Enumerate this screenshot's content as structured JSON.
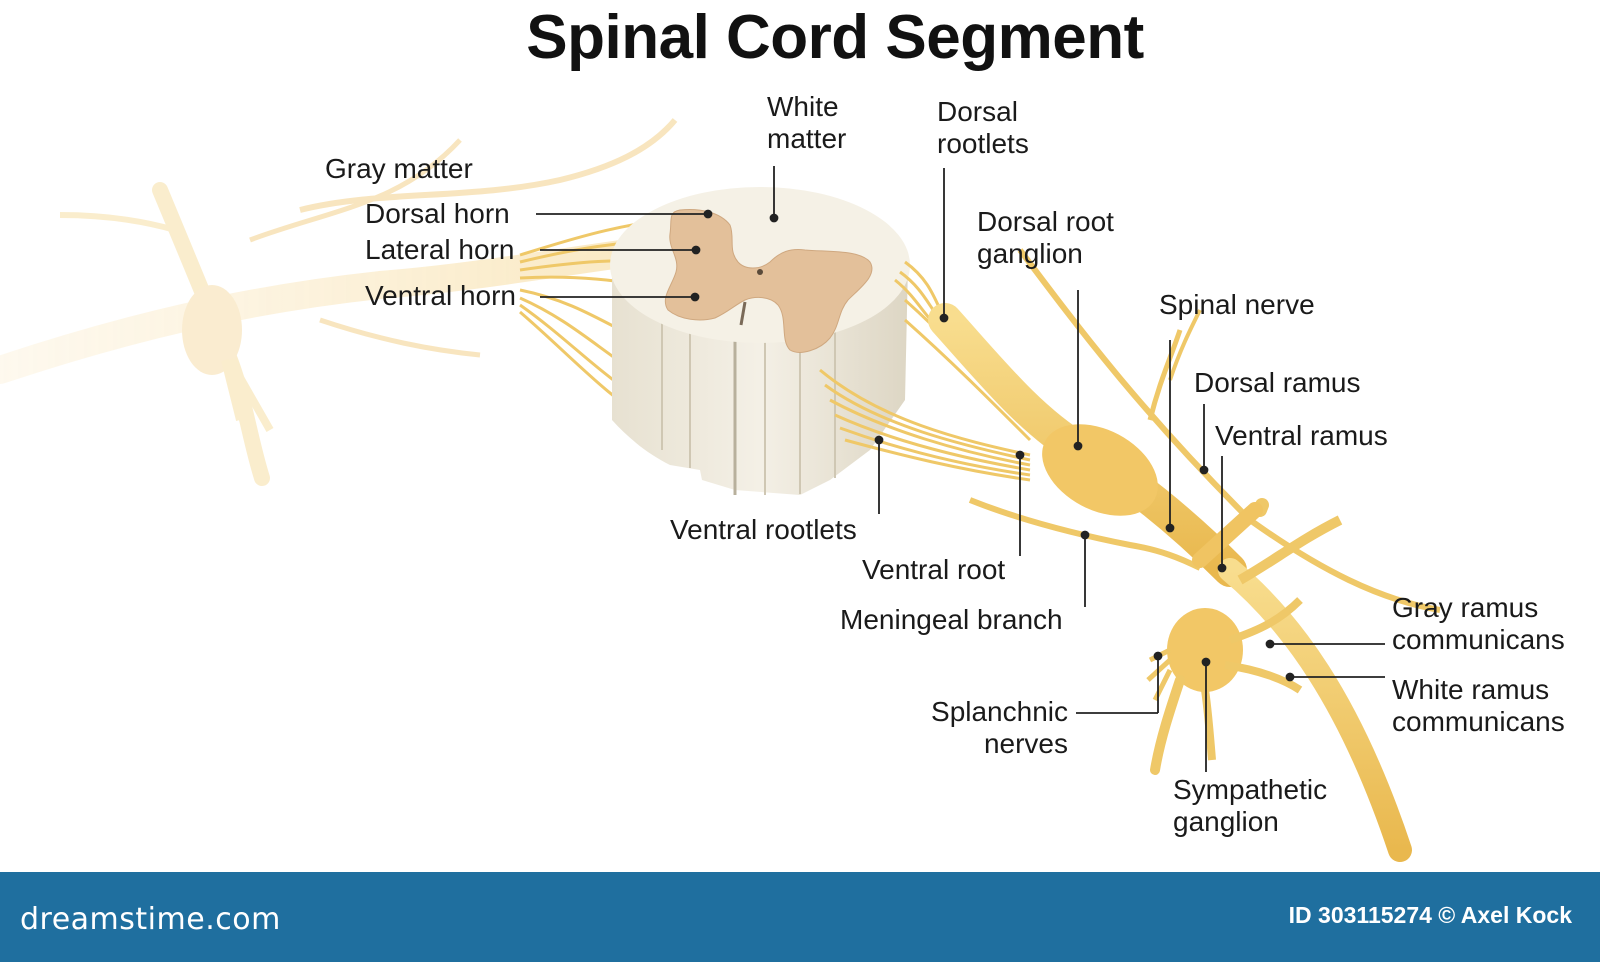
{
  "title": "Spinal Cord Segment",
  "labels": {
    "gray_matter": "Gray matter",
    "dorsal_horn": "Dorsal horn",
    "lateral_horn": "Lateral horn",
    "ventral_horn": "Ventral horn",
    "white_matter": [
      "White",
      "matter"
    ],
    "dorsal_rootlets": [
      "Dorsal",
      "rootlets"
    ],
    "dorsal_root_ganglion": [
      "Dorsal root",
      "ganglion"
    ],
    "spinal_nerve": "Spinal nerve",
    "dorsal_ramus": "Dorsal ramus",
    "ventral_ramus": "Ventral ramus",
    "ventral_rootlets": "Ventral rootlets",
    "ventral_root": "Ventral root",
    "meningeal_branch": "Meningeal branch",
    "gray_ramus": [
      "Gray ramus",
      "communicans"
    ],
    "white_ramus": [
      "White ramus",
      "communicans"
    ],
    "splanchnic": [
      "Splanchnic",
      "nerves"
    ],
    "sympathetic_ganglion": [
      "Sympathetic",
      "ganglion"
    ]
  },
  "footer": {
    "brand": "dreamstime.com",
    "credit": "ID 303115274 © Axel Kock"
  },
  "colors": {
    "nerve": "#f2c766",
    "cord": "#f1ece0",
    "gray_matter": "#e3c09a",
    "footer": "#1f6f9f"
  }
}
